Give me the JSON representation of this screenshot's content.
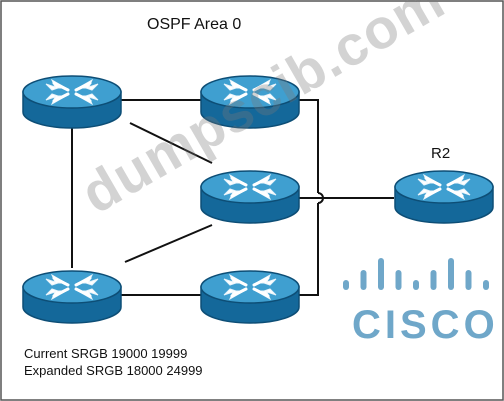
{
  "title": "OSPF Area 0",
  "routers": [
    {
      "id": "r-top-left",
      "label": ""
    },
    {
      "id": "r-top-mid",
      "label": ""
    },
    {
      "id": "r-center",
      "label": ""
    },
    {
      "id": "r-bottom-left",
      "label": ""
    },
    {
      "id": "r-bottom-mid",
      "label": ""
    },
    {
      "id": "r2",
      "label": "R2"
    }
  ],
  "srgb": {
    "current": "Current SRGB 19000  19999",
    "expanded": "Expanded SRGB 18000 24999"
  },
  "watermark": "dumpscib.com",
  "logo": {
    "text": "CISCO",
    "color": "#6fa7c9"
  },
  "colors": {
    "router_top": "#3f9fd0",
    "router_side": "#14689a",
    "router_outline": "#0d4e76",
    "link": "#111111",
    "border": "#555555"
  }
}
